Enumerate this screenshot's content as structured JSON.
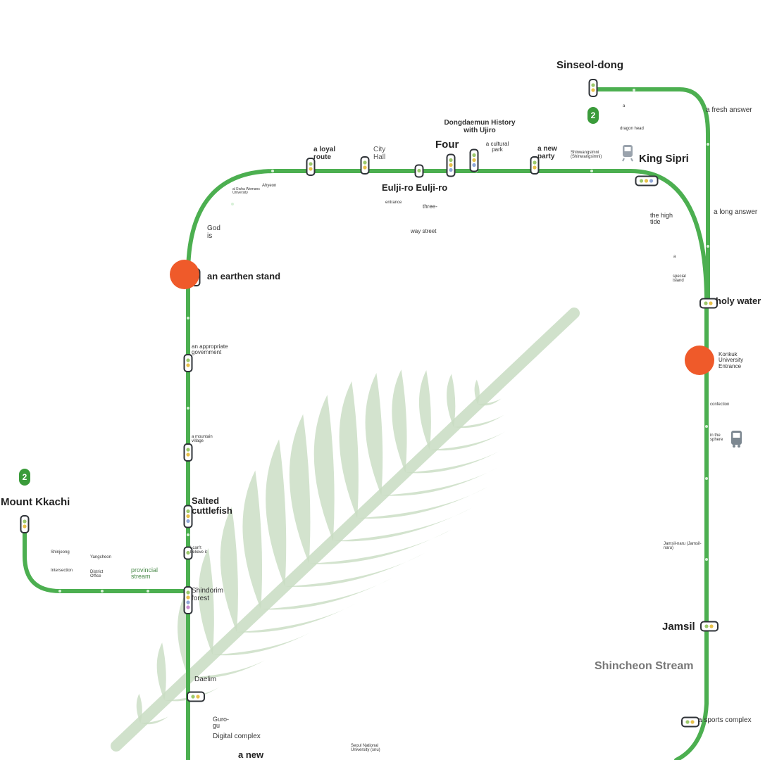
{
  "colors": {
    "line": "#4caf50",
    "line_dark": "#3a9b3a",
    "transfer": "#ef5a2a",
    "leaf": "#b9d3b2"
  },
  "line_badges": [
    "2",
    "2"
  ],
  "labels": {
    "sinseol_dong": "Sinseol-dong",
    "fresh_answer": "a fresh answer",
    "dragon_head_a": "a",
    "dragon_head": "dragon head",
    "dongdaemun": "Dongdaemun History with Ujiro",
    "cultural_park": "a cultural park",
    "four": "Four",
    "new_party": "a new party",
    "shinwang": "Shinwangsimni (Shinwangsimni)",
    "king_sipri": "King Sipri",
    "loyal_route": "a loyal route",
    "city_hall": "City Hall",
    "eulji_ro": "Eulji-ro Eulji-ro",
    "entrance": "entrance",
    "three": "three-",
    "way_street": "way street",
    "ewha": "al Ewha Womans University",
    "ahyeon": "Ahyeon",
    "god_is": "God is",
    "earthen_stand": "an earthen stand",
    "high_tide": "the high tide",
    "long_answer": "a long answer",
    "special_island_a": "a",
    "special_island": "special island",
    "holy_water": "holy water",
    "konkuk": "Konkuk University Entrance",
    "seongsu": "confection",
    "in_the_sphere": "in the sphere",
    "appropriate_gov": "an appropriate government",
    "mountain_village": "a mountain village",
    "mount_kkachi": "Mount Kkachi",
    "salted_cuttlefish": "Salted cuttlefish",
    "cant_believe": "I can't believe it",
    "shinjeong": "Shinjeong",
    "intersection": "Intersection",
    "yangcheon": "Yangcheon",
    "district_office": "District Office",
    "provincial_stream": "provincial stream",
    "shindorim": "Shindorim forest",
    "jamsilnaru": "Jamsil-naru (Jamsil-naru)",
    "jamsil": "Jamsil",
    "shincheon": "Shincheon Stream",
    "daelim": "Daelim",
    "guro": "Guro-gu",
    "digital_complex": "Digital complex",
    "a_new": "a new",
    "snu": "Seoul National University (snu)",
    "sports_complex": "a sports complex"
  }
}
